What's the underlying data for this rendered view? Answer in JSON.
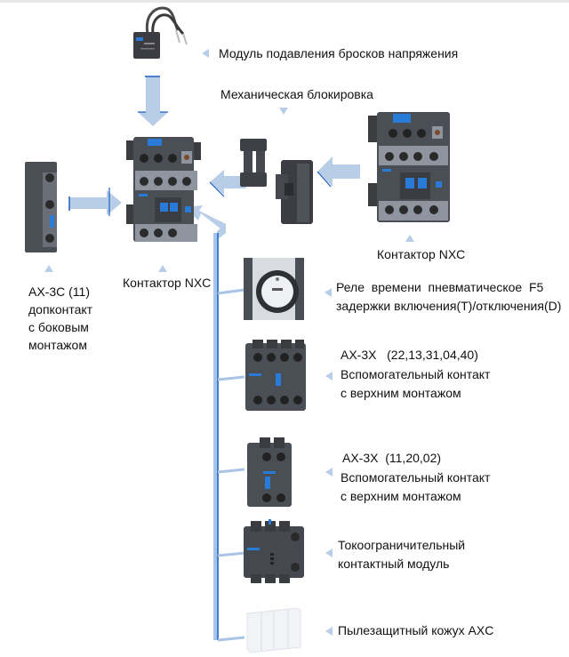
{
  "diagram": {
    "title": "Аксессуары контакторов NXC",
    "colors": {
      "arrow_fill": "#b8cde8",
      "arrow_edge": "#1f5fbf",
      "bus_line": "#3d7fd1",
      "bus_light": "#a9c4e6",
      "device_body": "#4a4e55",
      "device_light": "#8e959e",
      "accent_blue": "#2a7ad8"
    },
    "labels": {
      "surge_module": "Модуль подавления бросков напряжения",
      "mech_interlock": "Механическая блокировка",
      "contactor_right": "Контактор NXC",
      "contactor_main": "Контактор NXC",
      "side_contact": [
        "AX-3C (11)",
        "допконтакт",
        "с боковым",
        "монтажом"
      ],
      "timer_relay": [
        "Реле  времени  пневматическое  F5",
        "задержки включения(T)/отключения(D)"
      ],
      "aux_4": [
        "AX-3X   (22,13,31,04,40)",
        "Вспомогательный контакт",
        "с верхним монтажом"
      ],
      "aux_2": [
        "AX-3X  (11,20,02)",
        "Вспомогательный контакт",
        "с верхним монтажом"
      ],
      "current_limit": [
        "Токоограничительный",
        "контактный модуль"
      ],
      "dust_cover": "Пылезащитный кожух AXC"
    },
    "components": [
      {
        "id": "surge-module",
        "icon": "surge-suppressor-icon"
      },
      {
        "id": "main-contactor",
        "icon": "contactor-icon"
      },
      {
        "id": "right-contactor",
        "icon": "contactor-icon"
      },
      {
        "id": "side-aux-contact",
        "icon": "side-contact-icon"
      },
      {
        "id": "interlock-bar",
        "icon": "interlock-bar-icon"
      },
      {
        "id": "interlock-block",
        "icon": "interlock-block-icon"
      },
      {
        "id": "timer-relay",
        "icon": "pneumatic-timer-icon"
      },
      {
        "id": "aux-contact-4",
        "icon": "aux-contact-4pole-icon"
      },
      {
        "id": "aux-contact-2",
        "icon": "aux-contact-2pole-icon"
      },
      {
        "id": "current-limit-module",
        "icon": "current-limit-module-icon"
      },
      {
        "id": "dust-cover",
        "icon": "dust-cover-icon"
      }
    ]
  }
}
